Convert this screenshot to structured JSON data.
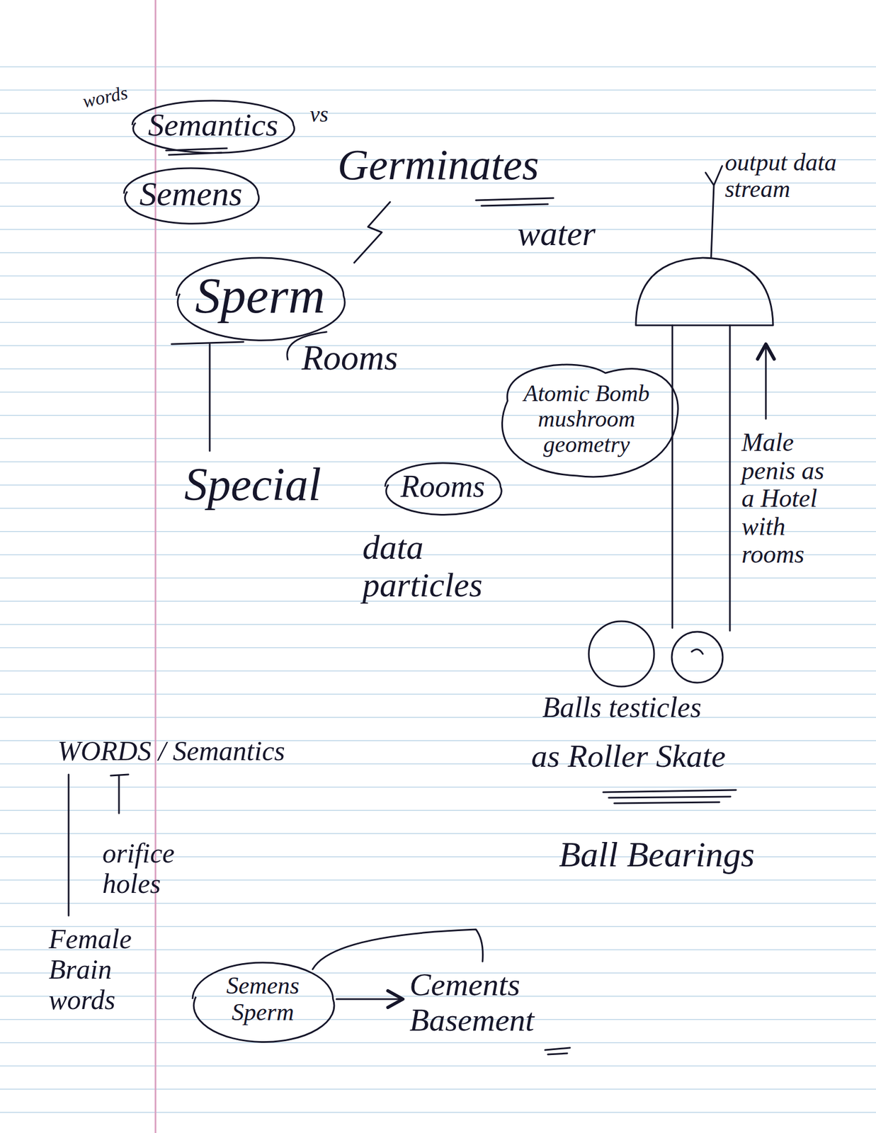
{
  "diagram": {
    "nodes": [
      {
        "text": [
          "Semantics"
        ]
      },
      {
        "text": [
          "Semens"
        ]
      },
      {
        "text": [
          "Sperm"
        ]
      },
      {
        "text": [
          "Rooms"
        ]
      },
      {
        "text": [
          "Atomic Bomb mushroom geometry"
        ]
      },
      {
        "text": [
          "Semens Sperm"
        ]
      }
    ],
    "labels": [
      "words",
      "vs",
      "Germinates",
      "water",
      "Rooms",
      "Special",
      "data particles",
      "output data stream",
      "Male penis as a Hotel with rooms",
      "Balls testicles",
      "as Roller Skate",
      "Ball Bearings",
      "WORDS / Semantics",
      "orifice holes",
      "Female Brain words",
      "Cements Basement"
    ]
  }
}
